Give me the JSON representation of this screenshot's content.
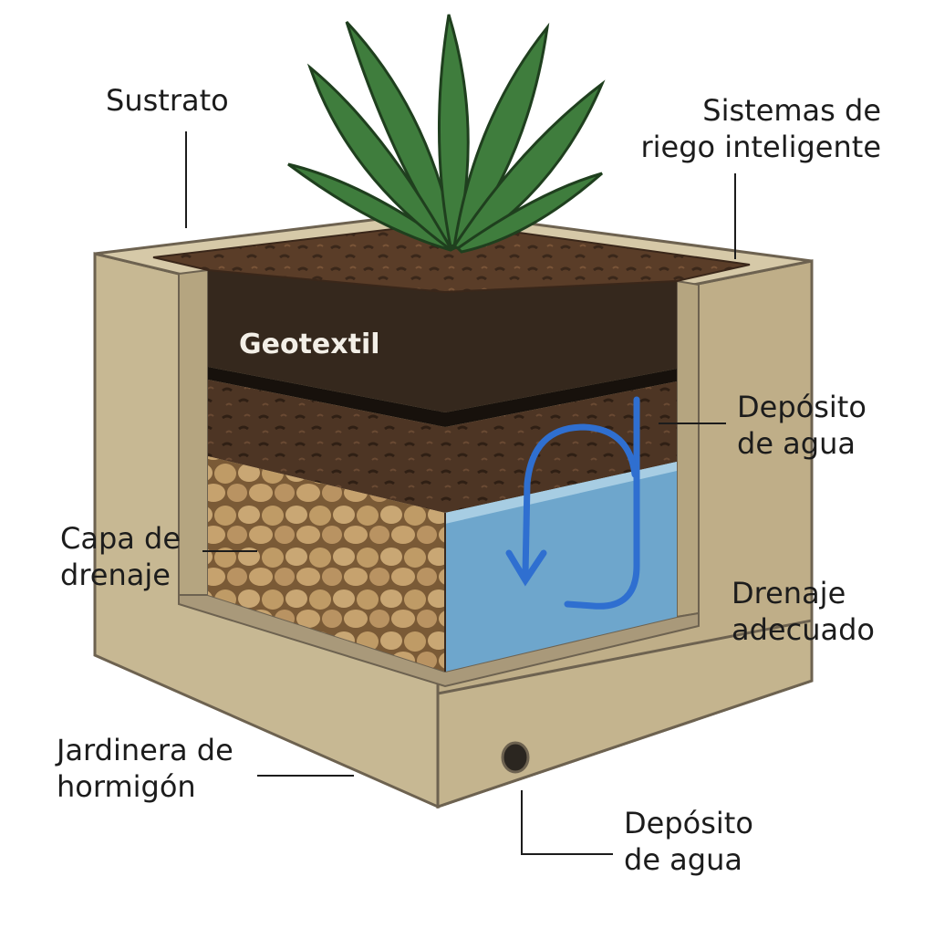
{
  "labels": {
    "sustrato": "Sustrato",
    "riego": [
      "Sistemas de",
      "riego inteligente"
    ],
    "geotextil": "Geotextil",
    "deposito_top": [
      "Depósito",
      "de agua"
    ],
    "capa_drenaje": [
      "Capa de",
      "drenaje"
    ],
    "drenaje_adecuado": [
      "Drenaje",
      "adecuado"
    ],
    "jardinera": [
      "Jardinera de",
      "hormigón"
    ],
    "deposito_bottom": [
      "Depósito",
      "de agua"
    ]
  },
  "colors": {
    "concrete": "#cbbd9c",
    "soil": "#4a3322",
    "geotextile": "#2f241a",
    "drainage_stones": "#b89466",
    "water": "#6ea6cc",
    "plant": "#3d7a3c",
    "arrow": "#2f6fd0"
  }
}
